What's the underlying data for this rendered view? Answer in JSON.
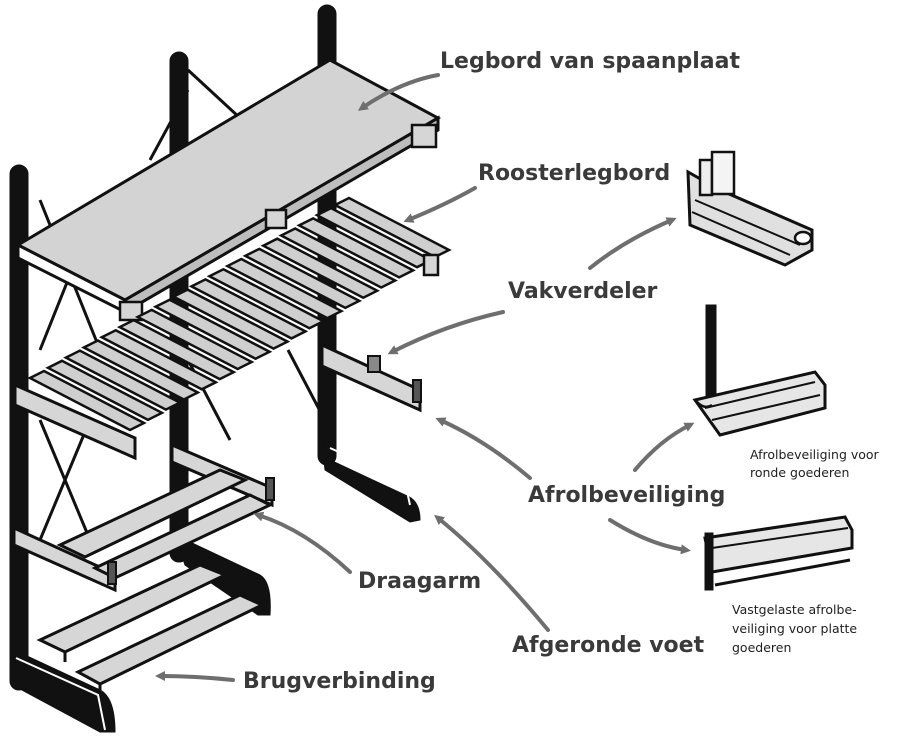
{
  "labels": {
    "legbord": "Legbord van spaanplaat",
    "rooster": "Roosterlegbord",
    "vakverdeler": "Vakverdeler",
    "afrol": "Afrolbeveiliging",
    "draagarm": "Draagarm",
    "voet": "Afgeronde voet",
    "brug": "Brugverbinding"
  },
  "notes": {
    "ronde": [
      "Afrolbeveiliging voor",
      "ronde goederen"
    ],
    "platte": [
      "Vastgelaste afrolbe-",
      "veiliging voor platte",
      "goederen"
    ]
  },
  "colors": {
    "label_text": "#3a3a3a",
    "arrow": "#6e6e6e",
    "frame": "#111111",
    "board": "#d3d3d3",
    "slat": "#cfcfcf",
    "arm": "#d6d6d6"
  }
}
